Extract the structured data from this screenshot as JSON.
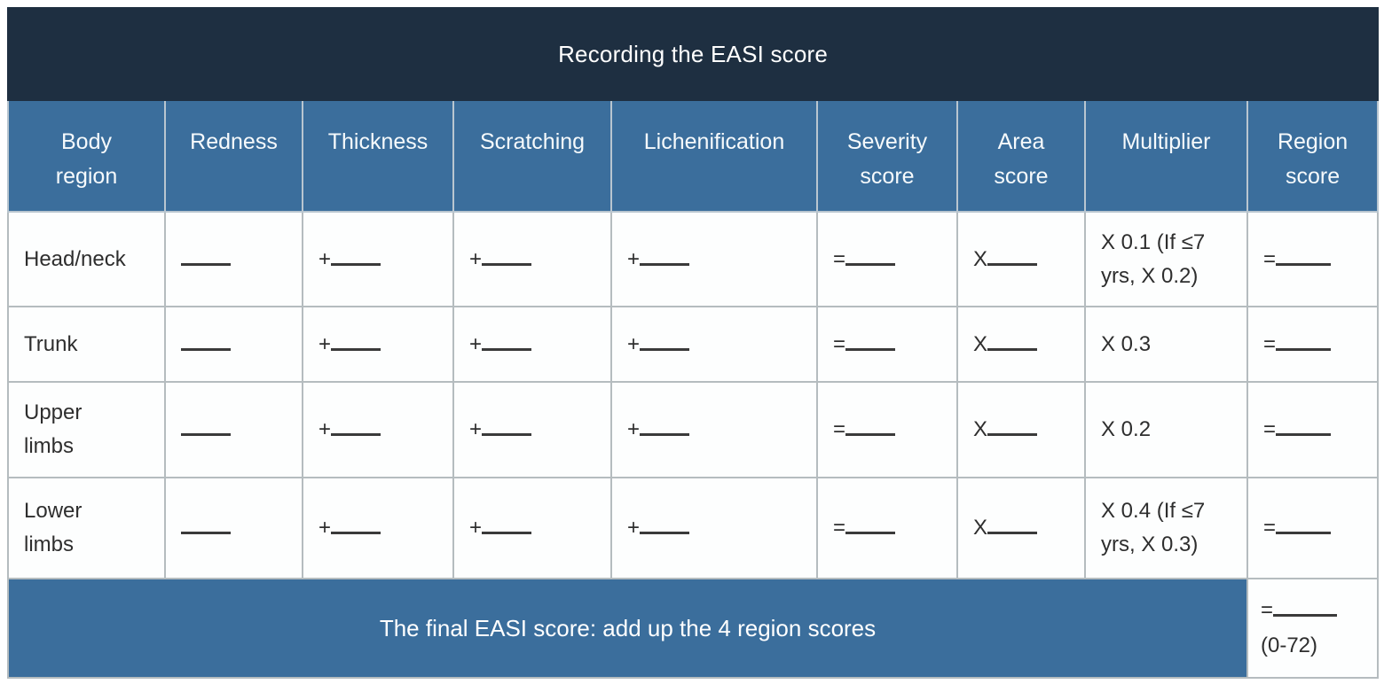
{
  "title": "Recording the EASI score",
  "colors": {
    "title_bg": "#1e2f41",
    "header_bg": "#3b6e9c",
    "border": "#b5bcbf",
    "text_light": "#ffffff",
    "text_dark": "#2e2e2e"
  },
  "columns": {
    "body_region": "Body region",
    "redness": "Redness",
    "thickness": "Thickness",
    "scratching": "Scratching",
    "lichenification": "Lichenification",
    "severity_score": "Severity score",
    "area_score": "Area score",
    "multiplier": "Multiplier",
    "region_score": "Region score"
  },
  "prefixes": {
    "redness": "",
    "thickness": "+",
    "scratching": "+",
    "lichenification": "+",
    "severity_score": "=",
    "area_score": "X",
    "region_score": "="
  },
  "rows": [
    {
      "region": "Head/neck",
      "multiplier": "X 0.1 (If ≤7 yrs, X 0.2)"
    },
    {
      "region": "Trunk",
      "multiplier": "X 0.3"
    },
    {
      "region": "Upper limbs",
      "multiplier": "X 0.2"
    },
    {
      "region": "Lower limbs",
      "multiplier": "X 0.4 (If ≤7 yrs, X 0.3)"
    }
  ],
  "footer": {
    "label": "The final EASI score: add up the 4 region scores",
    "prefix": "=",
    "range": "(0-72)"
  }
}
